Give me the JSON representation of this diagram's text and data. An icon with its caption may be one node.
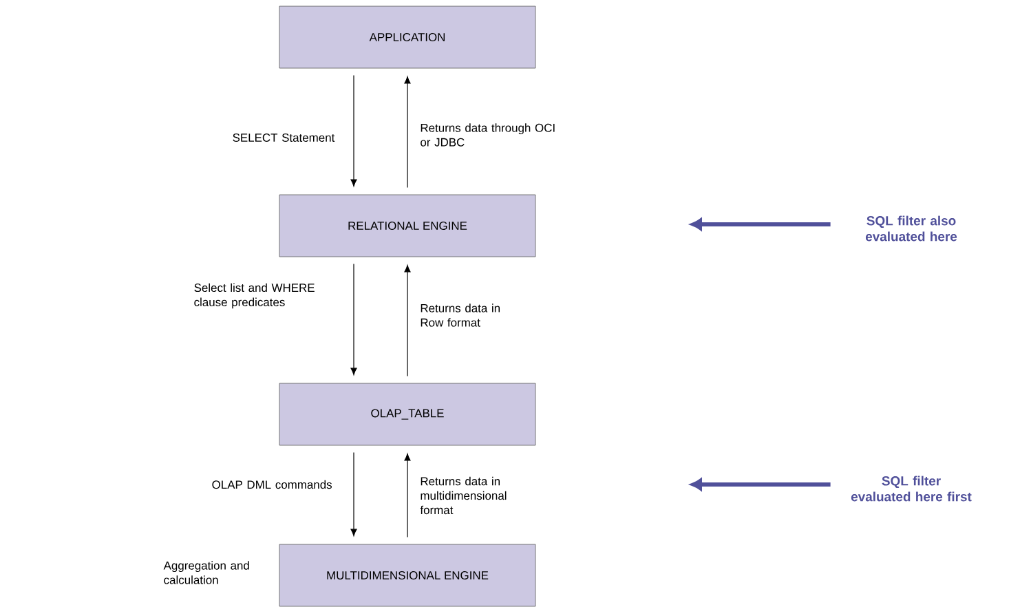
{
  "diagram": {
    "nodes": [
      {
        "text": [
          "APPLICATION"
        ]
      },
      {
        "text": [
          "RELATIONAL ENGINE"
        ]
      },
      {
        "text": [
          "OLAP_TABLE"
        ]
      },
      {
        "text": [
          "MULTIDIMENSIONAL ENGINE"
        ],
        "beside": [
          "Aggregation and calculation"
        ]
      },
      {
        "text": [
          "SQL filter also evaluated here"
        ]
      },
      {
        "text": [
          "SQL filter evaluated here first"
        ]
      }
    ],
    "edges": [
      {
        "from": 0,
        "to": 1,
        "arrow": "to",
        "label": "SELECT Statement"
      },
      {
        "from": 1,
        "to": 0,
        "arrow": "to",
        "label": "Returns data through OCI or JDBC"
      },
      {
        "from": 1,
        "to": 2,
        "arrow": "to",
        "label": "Select list and WHERE clause predicates"
      },
      {
        "from": 2,
        "to": 1,
        "arrow": "to",
        "label": "Returns data in Row format"
      },
      {
        "from": 2,
        "to": 3,
        "arrow": "to",
        "label": "OLAP DML commands"
      },
      {
        "from": 3,
        "to": 2,
        "arrow": "to",
        "label": "Returns data in multidimensional format"
      },
      {
        "from": 4,
        "to": null,
        "arrow": "to",
        "style": "thick",
        "color": "#50509a"
      },
      {
        "from": 5,
        "to": null,
        "arrow": "to",
        "style": "thick",
        "color": "#50509a"
      }
    ]
  }
}
